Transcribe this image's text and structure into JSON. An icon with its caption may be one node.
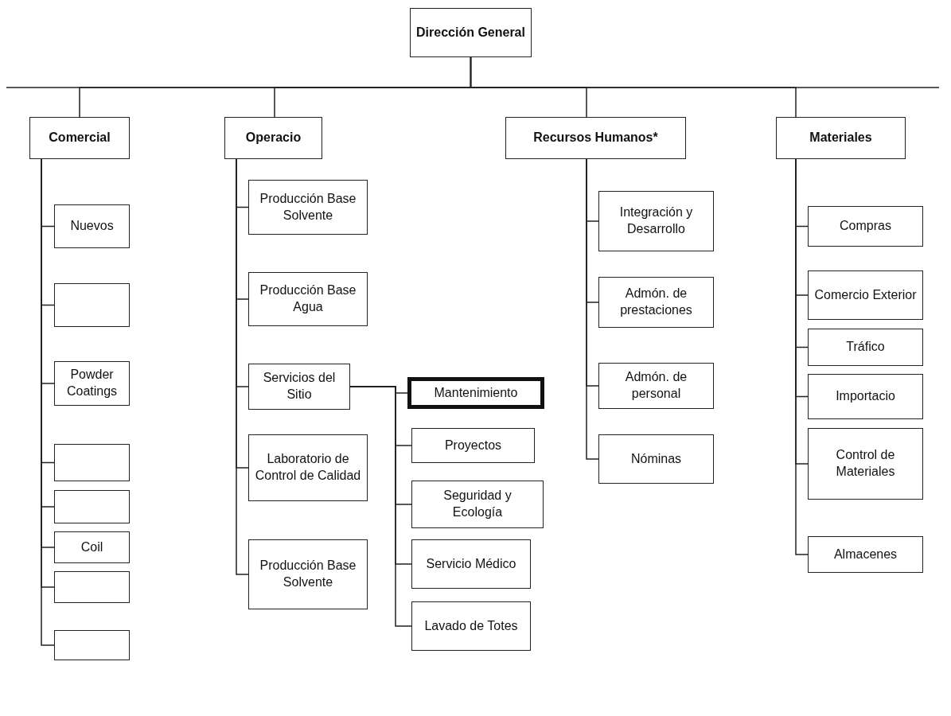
{
  "diagram": {
    "nodes": [
      {
        "text": [
          "Dirección General"
        ]
      },
      {
        "text": [
          "Comercial"
        ]
      },
      {
        "text": [
          "Nuevos"
        ]
      },
      {
        "text": [],
        "shape": "box"
      },
      {
        "text": [
          "Powder Coatings"
        ]
      },
      {
        "text": [],
        "shape": "box"
      },
      {
        "text": [],
        "shape": "box"
      },
      {
        "text": [
          "Coil"
        ]
      },
      {
        "text": [],
        "shape": "box"
      },
      {
        "text": [],
        "shape": "box"
      },
      {
        "text": [
          "Operacio"
        ]
      },
      {
        "text": [
          "Producción Base Solvente"
        ]
      },
      {
        "text": [
          "Producción Base Agua"
        ]
      },
      {
        "text": [
          "Servicios del Sitio"
        ]
      },
      {
        "text": [
          "Mantenimiento"
        ]
      },
      {
        "text": [
          "Proyectos"
        ]
      },
      {
        "text": [
          "Seguridad y Ecología"
        ]
      },
      {
        "text": [
          "Servicio Médico"
        ]
      },
      {
        "text": [
          "Lavado de Totes"
        ]
      },
      {
        "text": [
          "Laboratorio de Control de Calidad"
        ]
      },
      {
        "text": [
          "Producción Base Solvente"
        ]
      },
      {
        "text": [
          "Recursos Humanos*"
        ]
      },
      {
        "text": [
          "Integración y Desarrollo"
        ]
      },
      {
        "text": [
          "Admón. de prestaciones"
        ]
      },
      {
        "text": [
          "Admón. de personal"
        ]
      },
      {
        "text": [
          "Nóminas"
        ]
      },
      {
        "text": [
          "Materiales"
        ]
      },
      {
        "text": [
          "Compras"
        ]
      },
      {
        "text": [
          "Comercio Exterior"
        ]
      },
      {
        "text": [
          "Tráfico"
        ]
      },
      {
        "text": [
          "Importacio"
        ]
      },
      {
        "text": [
          "Control de Materiales"
        ]
      },
      {
        "text": [
          "Almacenes"
        ]
      }
    ],
    "edges": [
      {
        "from": 0,
        "to": 1,
        "arrow": "none"
      },
      {
        "from": 0,
        "to": 10,
        "arrow": "none"
      },
      {
        "from": 0,
        "to": 21,
        "arrow": "none"
      },
      {
        "from": 0,
        "to": 26,
        "arrow": "none"
      },
      {
        "from": 1,
        "to": 2,
        "arrow": "none"
      },
      {
        "from": 1,
        "to": 3,
        "arrow": "none"
      },
      {
        "from": 1,
        "to": 4,
        "arrow": "none"
      },
      {
        "from": 1,
        "to": 5,
        "arrow": "none"
      },
      {
        "from": 1,
        "to": 6,
        "arrow": "none"
      },
      {
        "from": 1,
        "to": 7,
        "arrow": "none"
      },
      {
        "from": 1,
        "to": 8,
        "arrow": "none"
      },
      {
        "from": 1,
        "to": 9,
        "arrow": "none"
      },
      {
        "from": 10,
        "to": 11,
        "arrow": "none"
      },
      {
        "from": 10,
        "to": 12,
        "arrow": "none"
      },
      {
        "from": 10,
        "to": 13,
        "arrow": "none"
      },
      {
        "from": 10,
        "to": 19,
        "arrow": "none"
      },
      {
        "from": 10,
        "to": 20,
        "arrow": "none"
      },
      {
        "from": 13,
        "to": 14,
        "arrow": "none"
      },
      {
        "from": 13,
        "to": 15,
        "arrow": "none"
      },
      {
        "from": 13,
        "to": 16,
        "arrow": "none"
      },
      {
        "from": 13,
        "to": 17,
        "arrow": "none"
      },
      {
        "from": 13,
        "to": 18,
        "arrow": "none"
      },
      {
        "from": 21,
        "to": 22,
        "arrow": "none"
      },
      {
        "from": 21,
        "to": 23,
        "arrow": "none"
      },
      {
        "from": 21,
        "to": 24,
        "arrow": "none"
      },
      {
        "from": 21,
        "to": 25,
        "arrow": "none"
      },
      {
        "from": 26,
        "to": 27,
        "arrow": "none"
      },
      {
        "from": 26,
        "to": 28,
        "arrow": "none"
      },
      {
        "from": 26,
        "to": 29,
        "arrow": "none"
      },
      {
        "from": 26,
        "to": 30,
        "arrow": "none"
      },
      {
        "from": 26,
        "to": 31,
        "arrow": "none"
      },
      {
        "from": 26,
        "to": 32,
        "arrow": "none"
      }
    ]
  }
}
